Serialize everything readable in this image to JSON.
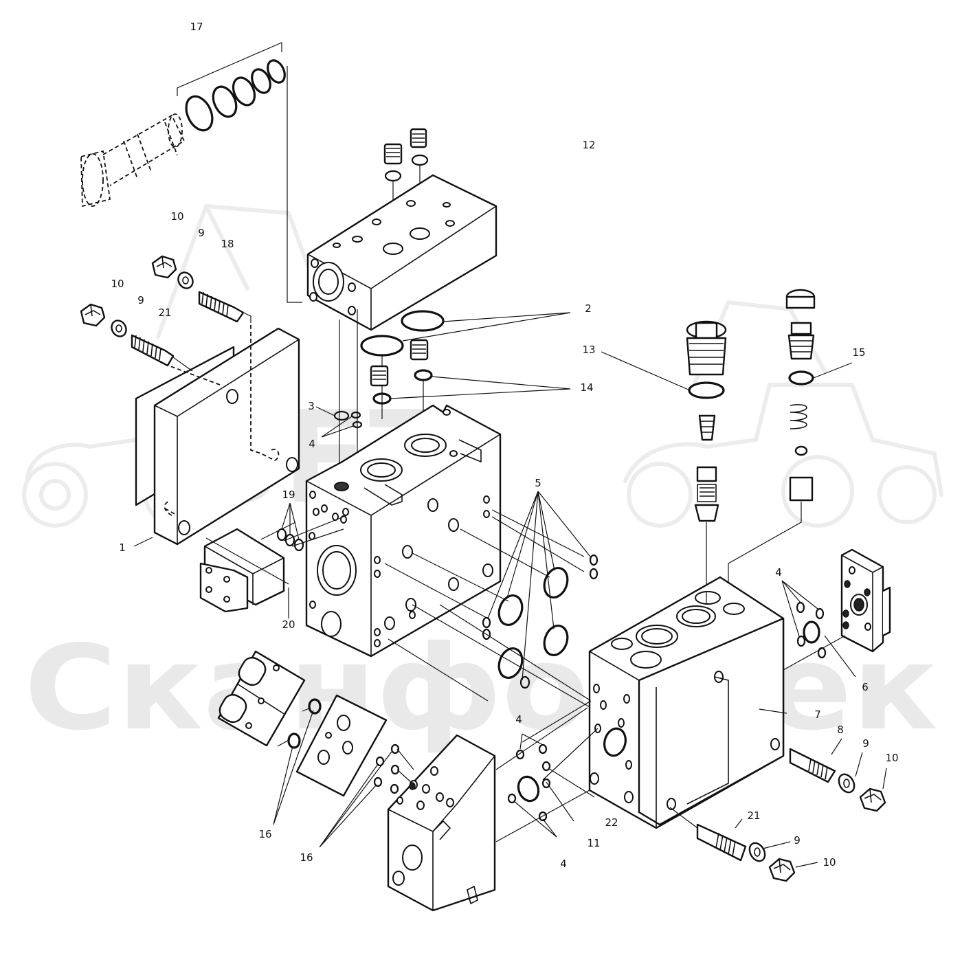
{
  "watermark": {
    "brand_mark": "SFT",
    "brand_name": "СканфорТек"
  },
  "callouts": [
    {
      "id": "c17",
      "text": "17"
    },
    {
      "id": "c12",
      "text": "12"
    },
    {
      "id": "c10a",
      "text": "10"
    },
    {
      "id": "c9a",
      "text": "9"
    },
    {
      "id": "c18",
      "text": "18"
    },
    {
      "id": "c10b",
      "text": "10"
    },
    {
      "id": "c9b",
      "text": "9"
    },
    {
      "id": "c21a",
      "text": "21"
    },
    {
      "id": "c2",
      "text": "2"
    },
    {
      "id": "c13",
      "text": "13"
    },
    {
      "id": "c15",
      "text": "15"
    },
    {
      "id": "c14",
      "text": "14"
    },
    {
      "id": "c3",
      "text": "3"
    },
    {
      "id": "c4a",
      "text": "4"
    },
    {
      "id": "c5",
      "text": "5"
    },
    {
      "id": "c19",
      "text": "19"
    },
    {
      "id": "c1",
      "text": "1"
    },
    {
      "id": "c20",
      "text": "20"
    },
    {
      "id": "c4b",
      "text": "4"
    },
    {
      "id": "c6",
      "text": "6"
    },
    {
      "id": "c7",
      "text": "7"
    },
    {
      "id": "c8",
      "text": "8"
    },
    {
      "id": "c9c",
      "text": "9"
    },
    {
      "id": "c10c",
      "text": "10"
    },
    {
      "id": "c4c",
      "text": "4"
    },
    {
      "id": "c22",
      "text": "22"
    },
    {
      "id": "c11",
      "text": "11"
    },
    {
      "id": "c4d",
      "text": "4"
    },
    {
      "id": "c21b",
      "text": "21"
    },
    {
      "id": "c9d",
      "text": "9"
    },
    {
      "id": "c10d",
      "text": "10"
    },
    {
      "id": "c16a",
      "text": "16"
    },
    {
      "id": "c16b",
      "text": "16"
    }
  ]
}
